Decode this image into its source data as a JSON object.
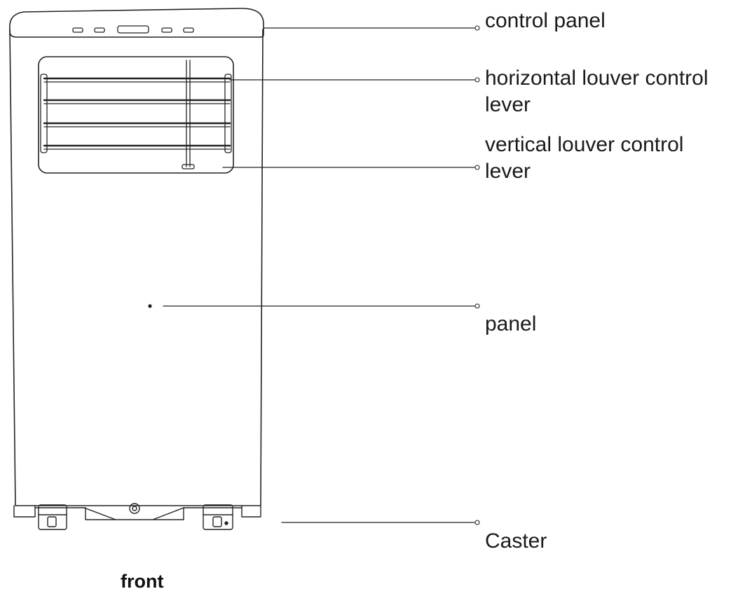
{
  "labels": {
    "control_panel": "control panel",
    "horizontal_louver": {
      "line1": "horizontal louver control",
      "line2": "lever"
    },
    "vertical_louver": {
      "line1": "vertical louver control",
      "line2": "lever"
    },
    "panel": "panel",
    "caster": "Caster"
  },
  "caption": "front",
  "colors": {
    "line": "#222222",
    "text": "#1a1a1a",
    "background": "#ffffff"
  }
}
